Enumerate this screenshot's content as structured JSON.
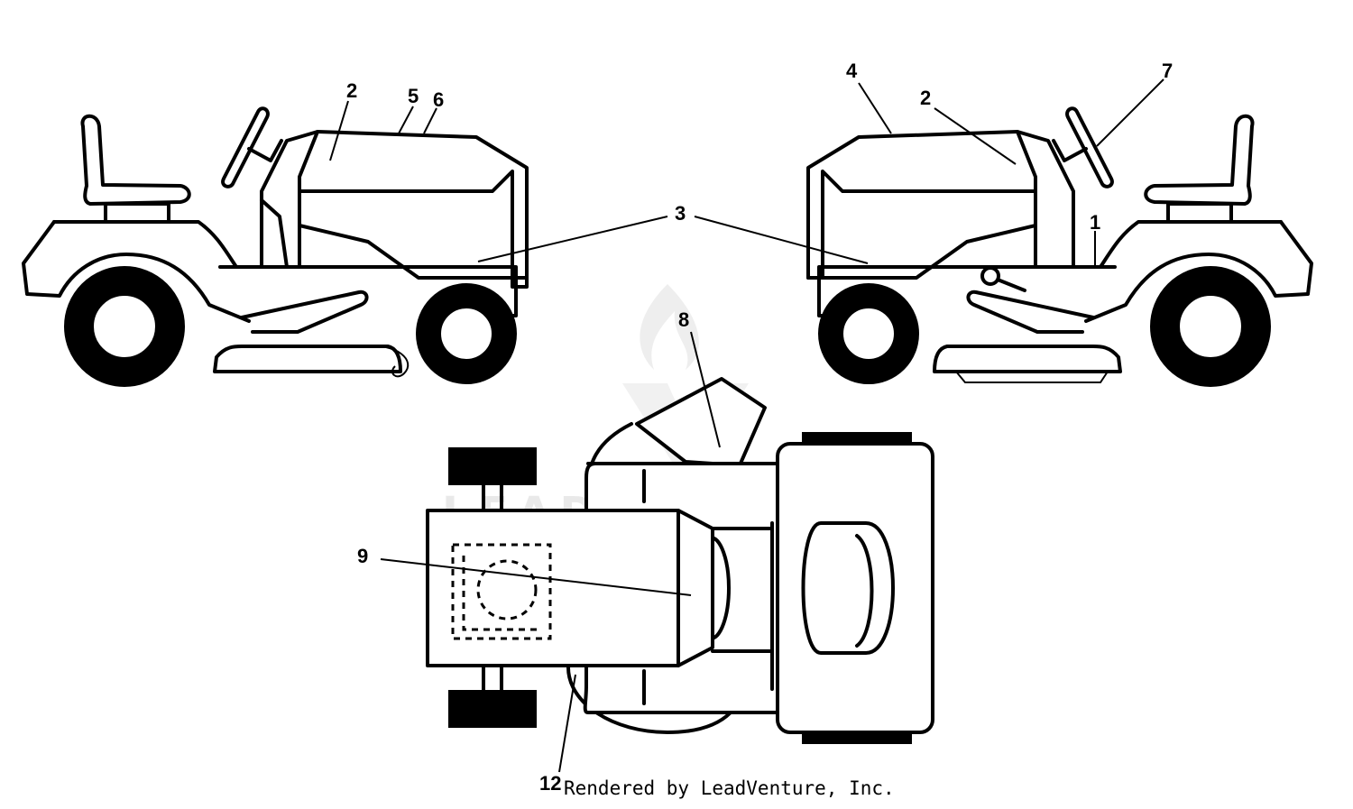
{
  "watermark": {
    "text": "LEADVENTURE"
  },
  "callouts": {
    "left_view": {
      "c2": "2",
      "c5": "5",
      "c6": "6",
      "c3": "3"
    },
    "right_view": {
      "c4": "4",
      "c2": "2",
      "c7": "7",
      "c1": "1"
    },
    "top_view": {
      "c8": "8",
      "c9": "9",
      "c12": "12"
    }
  },
  "credit": "Rendered by LeadVenture, Inc.",
  "colors": {
    "line": "#000000",
    "background": "#ffffff",
    "watermark": "#e9e9e9"
  }
}
